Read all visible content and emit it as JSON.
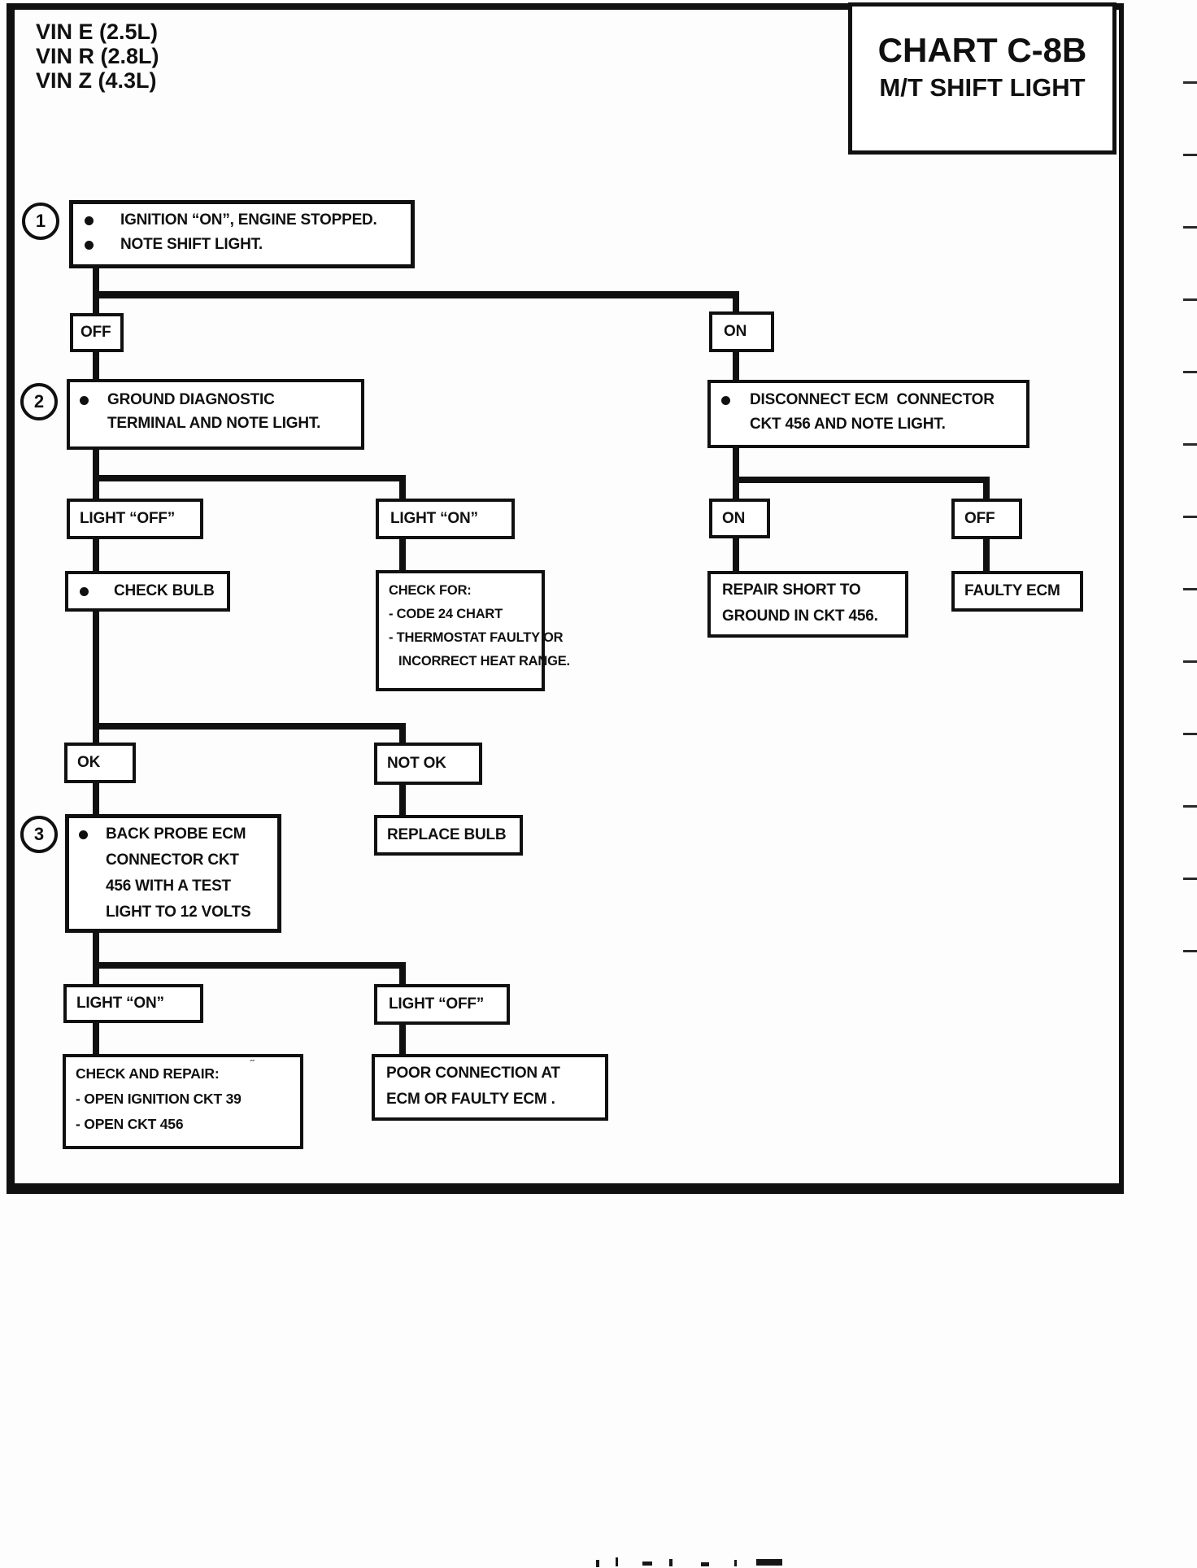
{
  "colors": {
    "ink": "#101010",
    "paper": "#ffffff"
  },
  "header": {
    "vin_lines": [
      "VIN E (2.5L)",
      "VIN R (2.8L)",
      "VIN Z (4.3L)"
    ],
    "title_line1": "CHART C-8B",
    "title_line2": "M/T SHIFT LIGHT"
  },
  "flow": {
    "badges": [
      "1",
      "2",
      "3"
    ],
    "step1": {
      "lines": [
        "IGNITION “ON”, ENGINE STOPPED.",
        "NOTE SHIFT LIGHT."
      ]
    },
    "off1": "OFF",
    "on1": "ON",
    "step2": {
      "lines": [
        "GROUND DIAGNOSTIC",
        "TERMINAL AND NOTE LIGHT."
      ]
    },
    "disconnect": {
      "lines": [
        "DISCONNECT ECM  CONNECTOR",
        "CKT 456 AND NOTE LIGHT."
      ]
    },
    "light_off1": "LIGHT “OFF”",
    "light_on1": "LIGHT “ON”",
    "on2": "ON",
    "off2": "OFF",
    "check_bulb": "CHECK BULB",
    "check_for": {
      "lines": [
        "CHECK FOR:",
        "- CODE 24 CHART",
        "- THERMOSTAT FAULTY OR",
        "INCORRECT HEAT RANGE."
      ]
    },
    "repair_short": {
      "lines": [
        "REPAIR SHORT TO",
        "GROUND IN CKT 456."
      ]
    },
    "faulty_ecm": "FAULTY ECM",
    "ok": "OK",
    "not_ok": "NOT OK",
    "step3": {
      "lines": [
        "BACK PROBE ECM",
        "CONNECTOR CKT",
        "456 WITH A TEST",
        "LIGHT TO 12 VOLTS"
      ]
    },
    "replace_bulb": "REPLACE BULB",
    "light_on2": "LIGHT “ON”",
    "light_off2": "LIGHT “OFF”",
    "check_repair": {
      "lines": [
        "CHECK AND REPAIR:",
        "- OPEN IGNITION CKT 39",
        "- OPEN CKT 456"
      ]
    },
    "poor_connection": {
      "lines": [
        "POOR CONNECTION AT",
        "ECM OR FAULTY ECM ."
      ]
    },
    "artifact_mark": "˝"
  }
}
